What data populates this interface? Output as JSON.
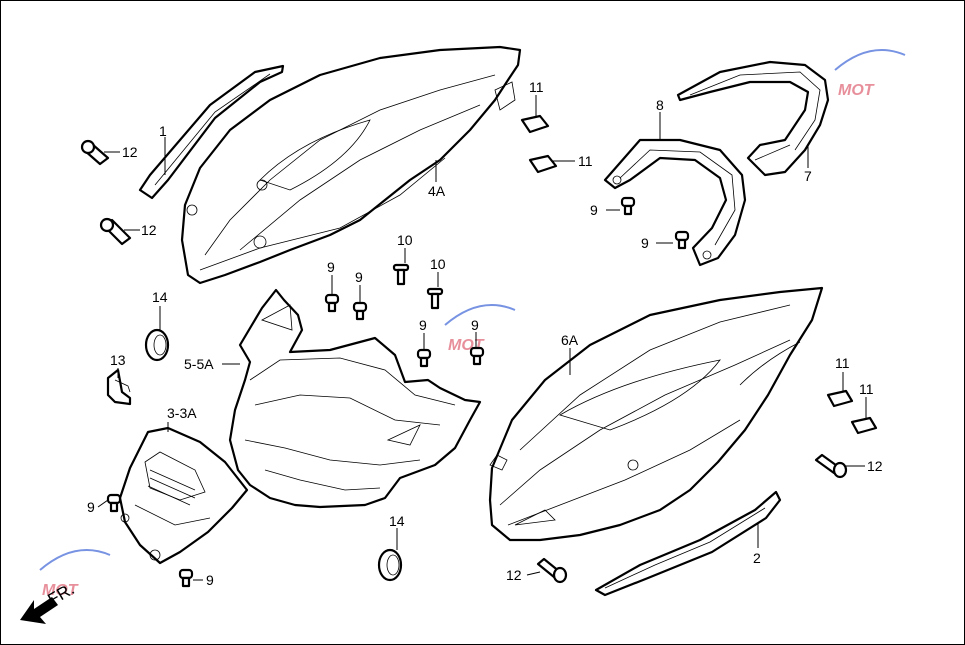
{
  "watermark": {
    "text": "MOT",
    "accent_red": "#d94a5c",
    "accent_blue": "#4a6fd9"
  },
  "direction": {
    "label": "FR."
  },
  "callouts": {
    "c1": "1",
    "c2": "2",
    "c3": "3-3A",
    "c4": "4A",
    "c5": "5-5A",
    "c6": "6A",
    "c7": "7",
    "c8": "8",
    "c9a": "9",
    "c9b": "9",
    "c9c": "9",
    "c9d": "9",
    "c9e": "9",
    "c9f": "9",
    "c9g": "9",
    "c9h": "9",
    "c10a": "10",
    "c10b": "10",
    "c11a": "11",
    "c11b": "11",
    "c11c": "11",
    "c11d": "11",
    "c12a": "12",
    "c12b": "12",
    "c12c": "12",
    "c12d": "12",
    "c13": "13",
    "c14a": "14",
    "c14b": "14"
  }
}
